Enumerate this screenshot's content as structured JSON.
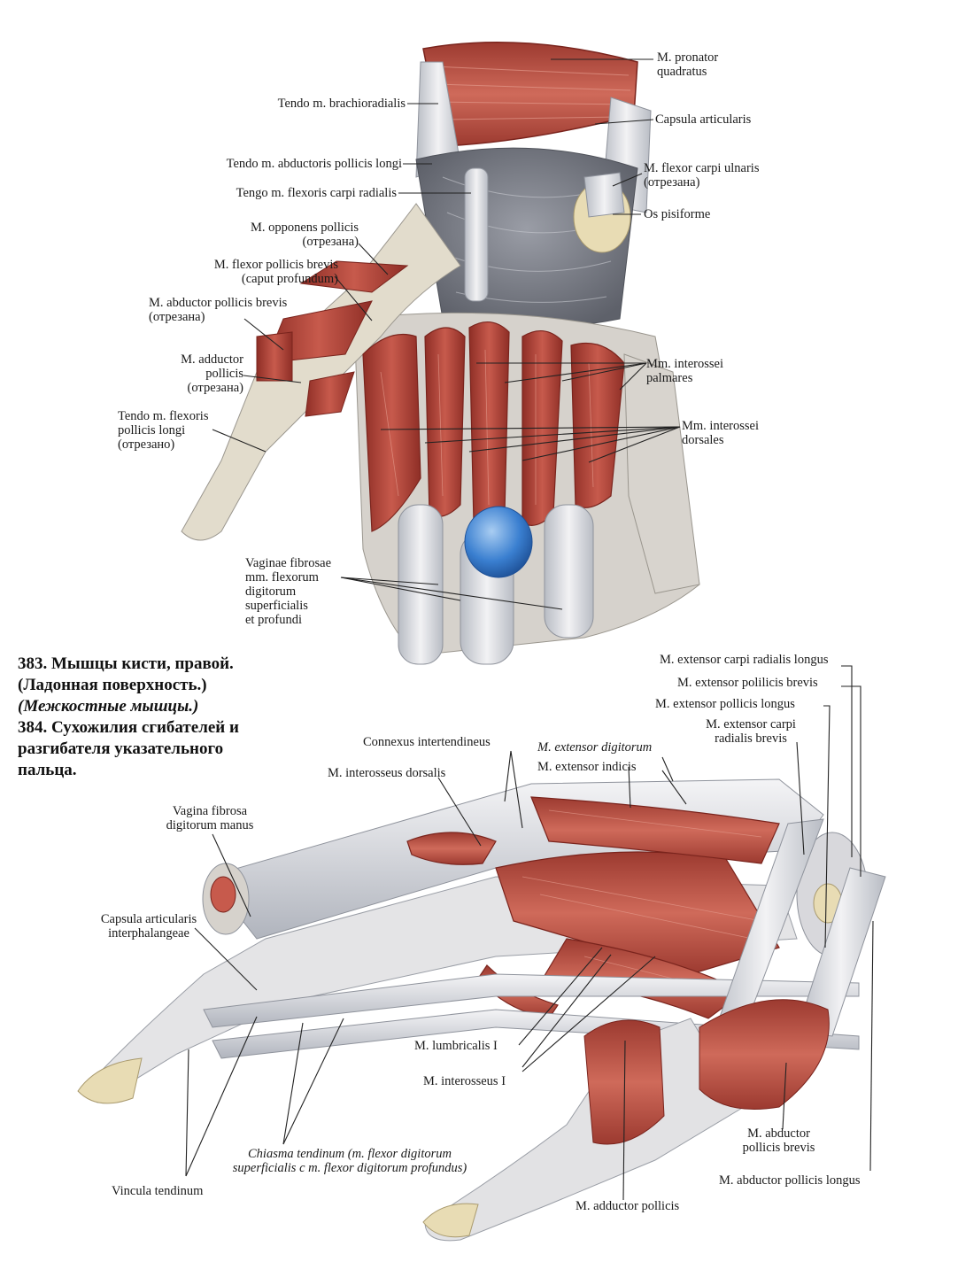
{
  "figure383": {
    "labels": {
      "pronator_quadratus": "M. pronator\nquadratus",
      "brachioradialis": "Tendo m. brachioradialis",
      "capsula_articularis": "Capsula articularis",
      "abductoris_pollicis_longi": "Tendo m. abductoris pollicis longi",
      "flexor_carpi_ulnaris": "M. flexor carpi ulnaris\n(отрезана)",
      "flexoris_carpi_radialis": "Tengo m. flexoris carpi radialis",
      "os_pisiforme": "Os pisiforme",
      "opponens_pollicis": "M. opponens pollicis\n(отрезана)",
      "flexor_pollicis_brevis": "M. flexor pollicis brevis\n(caput profundum)",
      "abductor_pollicis_brevis": "M. abductor pollicis brevis\n(отрезана)",
      "adductor_pollicis": "M. adductor\npollicis\n(отрезана)",
      "interossei_palmares": "Mm. interossei\npalmares",
      "flexoris_pollicis_longi": "Tendo m. flexoris\npollicis longi\n(отрезано)",
      "interossei_dorsales": "Mm. interossei\ndorsales",
      "vaginae_fibrosae": "Vaginae fibrosae\nmm. flexorum\ndigitorum\nsuperficialis\net profundi"
    }
  },
  "caption": {
    "line1": "383. Мышцы кисти, правой.",
    "line2": "(Ладонная поверхность.)",
    "line3": "(Межкостные мышцы.)",
    "line4": "384. Сухожилия сгибателей и",
    "line5": "разгибателя указательного",
    "line6": "пальца."
  },
  "figure384": {
    "labels": {
      "ext_carpi_rad_longus": "M. extensor carpi radialis longus",
      "ext_pollicis_brevis": "M. extensor polilicis brevis",
      "ext_pollicis_longus": "M. extensor pollicis longus",
      "ext_carpi_rad_brevis": "M. extensor carpi\nradialis brevis",
      "connexus": "Connexus intertendineus",
      "ext_digitorum": "M. extensor digitorum",
      "ext_indicis": "M. extensor indicis",
      "interosseus_dorsalis": "M. interosseus dorsalis",
      "vagina_fibrosa": "Vagina fibrosa\ndigitorum manus",
      "capsula_interphal": "Capsula articularis\ninterphalangeae",
      "lumbricalis": "M. lumbricalis I",
      "interosseus": "M. interosseus I",
      "abductor_poll_brevis": "M. abductor\npollicis brevis",
      "abductor_poll_longus": "M. abductor pollicis longus",
      "chiasma": "Chiasma tendinum (m. flexor digitorum\nsuperficialis с m. flexor digitorum profundus)",
      "vincula": "Vincula tendinum",
      "adductor_pollicis": "M. adductor pollicis"
    }
  },
  "colors": {
    "muscle": "#b8483c",
    "muscle_dark": "#8e2e26",
    "tendon": "#e6e6e8",
    "tendon_shade": "#b8bcc4",
    "bone": "#e8dcb4",
    "capsule": "#8a8d96",
    "sheath_blue": "#3a7fd0"
  }
}
